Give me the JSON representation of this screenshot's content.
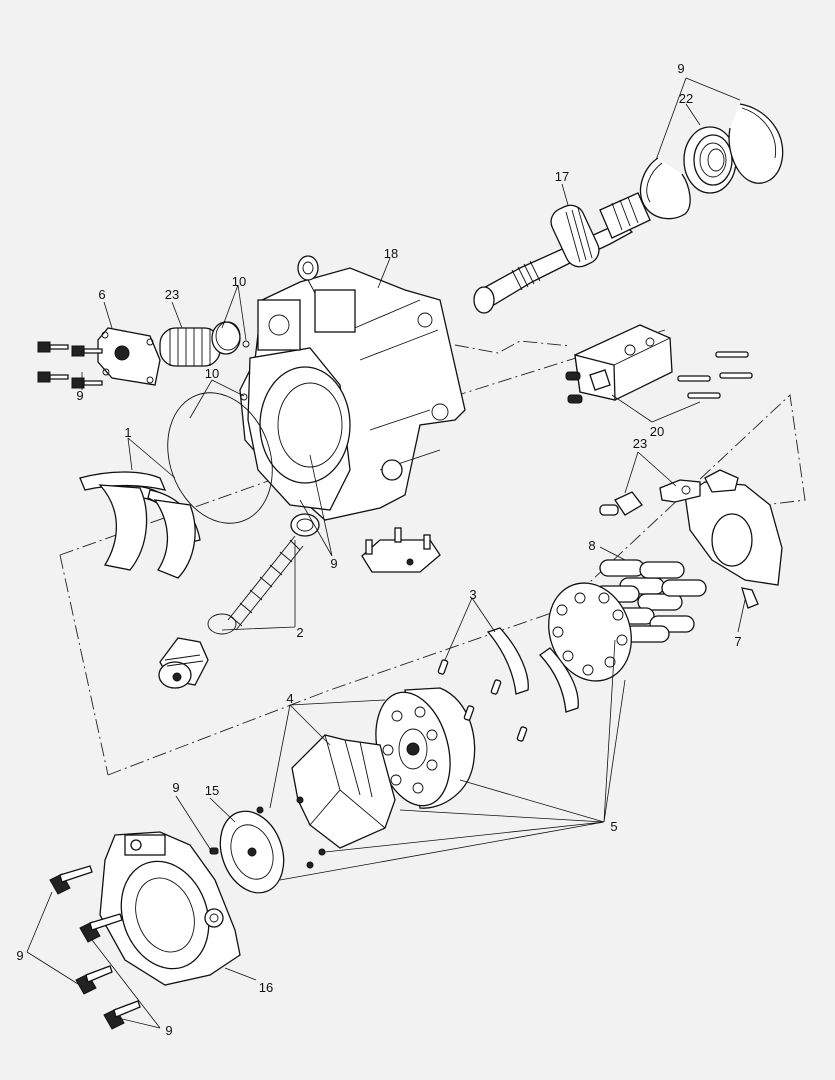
{
  "callouts": {
    "c1": "1",
    "c2": "2",
    "c3": "3",
    "c4": "4",
    "c5": "5",
    "c6": "6",
    "c7": "7",
    "c8": "8",
    "c9a": "9",
    "c9b": "9",
    "c9c": "9",
    "c9d": "9",
    "c9e": "9",
    "c9f": "9",
    "c10a": "10",
    "c10b": "10",
    "c15": "15",
    "c16": "16",
    "c17": "17",
    "c18": "18",
    "c20": "20",
    "c22": "22",
    "c23a": "23",
    "c23b": "23"
  }
}
